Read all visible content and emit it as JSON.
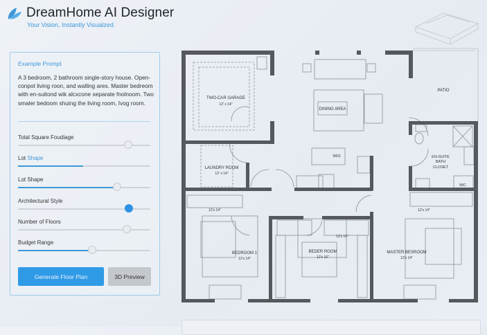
{
  "header": {
    "logo_icon": "leaf-icon",
    "title": "DreamHome AI Designer",
    "tagline": "Your Vision, Instantly Visualzed."
  },
  "panel": {
    "example_title": "Example Prompt",
    "example_text": "A 3 bedroom, 2 bathroom single-story house. Open-conpot living roon, and walling ares. Master bedreom with en-suitond wik alcxcone xeparate fnolnoom. Two smaler bedoom shuing the living room, Ivog room.",
    "fields": [
      {
        "label": "Total Square Foudiage",
        "value_fraction": 0.83,
        "filled": false
      },
      {
        "label_a": "Lot ",
        "label_b": "Shape",
        "value_fraction": 0.49,
        "filled": true,
        "no_knob": true
      },
      {
        "label": "Lot Shape",
        "value_fraction": 0.75,
        "filled": true
      },
      {
        "label": "Architectural Style",
        "value_fraction": 0.84,
        "filled": false,
        "active": true
      },
      {
        "label": "Number of Floors",
        "value_fraction": 0.82,
        "filled": false
      },
      {
        "label": "Budget Range",
        "value_fraction": 0.56,
        "filled": true
      }
    ],
    "generate_label": "Generate Floor Plan",
    "preview_label": "3D Preview"
  },
  "plan": {
    "garage": {
      "name": "TWO-CAR GARAGE",
      "size": "12' x 14\""
    },
    "dining": {
      "name": "DINING AREA"
    },
    "patio": {
      "name": "PATIO"
    },
    "island": {
      "name": "MDS"
    },
    "laundry": {
      "name": "LAUNDRY ROOM",
      "size": "12' x 14\""
    },
    "ensuite": {
      "name_1": "EN-SUITE",
      "name_2": "BATH",
      "name_3": "CLOSET",
      "wic": "WIC"
    },
    "closet_left_size": "12'x 14\"",
    "closet_mid_size": "12'x 14\"",
    "closet_right_size": "12'x 14\"",
    "bedroom1": {
      "name": "BEDROOM 1",
      "size": "12'x 14\""
    },
    "bedroom2": {
      "name": "BEDER ROOM",
      "size": "12'x 16\""
    },
    "master": {
      "name": "MASTER BESROOM",
      "size": "12'x 14\""
    }
  },
  "colors": {
    "accent": "#2f9ae6",
    "wall": "#55585d",
    "button_secondary": "#c4c7cc"
  }
}
